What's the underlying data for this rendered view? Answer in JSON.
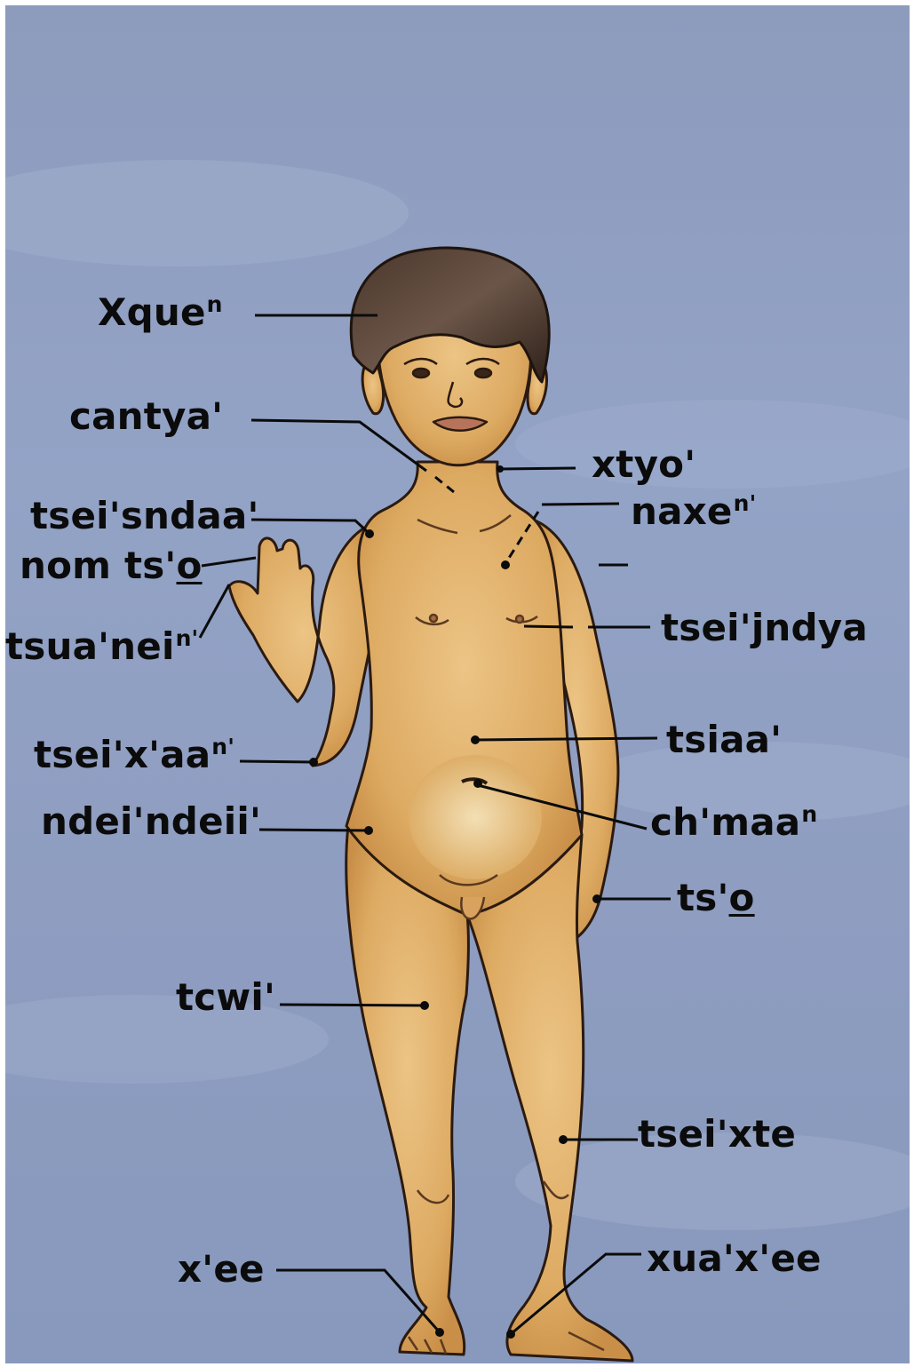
{
  "labels": {
    "hair": {
      "base": "Xque",
      "sup": "n"
    },
    "throat": {
      "base": "cantya'"
    },
    "neck": {
      "base": "xtyo'"
    },
    "shoulder": {
      "base": "tsei'sndaa'"
    },
    "chest": {
      "base": "naxe",
      "sup": "n'"
    },
    "fingers": {
      "base": "nom ts'",
      "ul": "o"
    },
    "fingernail": {
      "base": "tsua'nei",
      "sup": "n'"
    },
    "nipple": {
      "base": "tsei'jndya"
    },
    "elbow": {
      "base": "tsei'x'aa",
      "sup": "n'"
    },
    "belly": {
      "base": "tsiaa'"
    },
    "navel": {
      "base": "ch'maa",
      "sup": "n"
    },
    "hip": {
      "base": "ndei'ndeii'"
    },
    "hand": {
      "base": "ts'",
      "ul": "o"
    },
    "thigh": {
      "base": "tcwi'"
    },
    "knee": {
      "base": "tsei'xte"
    },
    "foot": {
      "base": "x'ee"
    },
    "ankle": {
      "base": "xua'x'ee"
    }
  },
  "colors": {
    "background": "#8f9ec2",
    "skin": "#e2b36f",
    "hair": "#3b2a22",
    "line": "#0b0b0b"
  }
}
